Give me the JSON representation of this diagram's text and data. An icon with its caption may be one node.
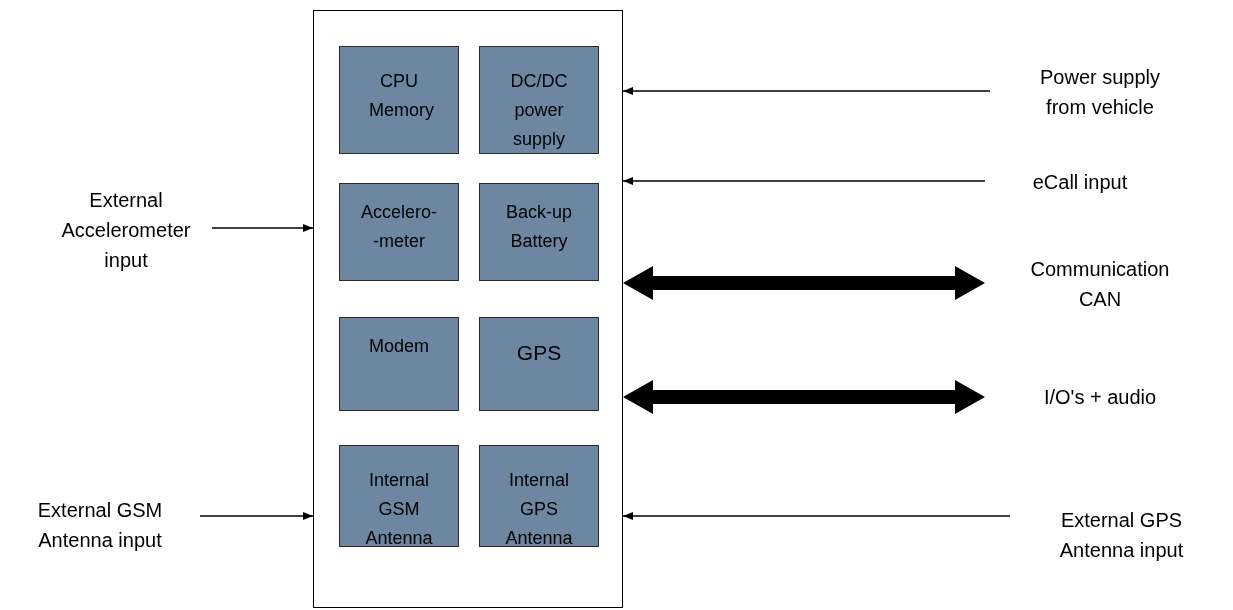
{
  "diagram": {
    "nodes": [
      {
        "text": [],
        "shape": "box"
      },
      {
        "text": [
          "CPU Memory"
        ],
        "in": 0
      },
      {
        "text": [
          "DC/DC power supply"
        ],
        "in": 0
      },
      {
        "text": [
          "Accelero- -meter"
        ],
        "in": 0
      },
      {
        "text": [
          "Back-up Battery"
        ],
        "in": 0
      },
      {
        "text": [
          "Modem"
        ],
        "in": 0
      },
      {
        "text": [
          "GPS"
        ],
        "in": 0
      },
      {
        "text": [
          "Internal GSM Antenna"
        ],
        "in": 0
      },
      {
        "text": [
          "Internal GPS Antenna"
        ],
        "in": 0
      },
      {
        "text": [
          "External Accelerometer input"
        ]
      },
      {
        "text": [
          "External GSM Antenna input"
        ]
      },
      {
        "text": [
          "Power supply from vehicle"
        ]
      },
      {
        "text": [
          "eCall input"
        ]
      },
      {
        "text": [
          "Communication CAN"
        ]
      },
      {
        "text": [
          "I/O's + audio"
        ]
      },
      {
        "text": [
          "External GPS Antenna input"
        ]
      }
    ],
    "edges": [
      {
        "from": 9,
        "to": 0,
        "arrow": "to"
      },
      {
        "from": 10,
        "to": 0,
        "arrow": "to"
      },
      {
        "from": 11,
        "to": 0,
        "arrow": "to"
      },
      {
        "from": 12,
        "to": 0,
        "arrow": "to"
      },
      {
        "from": 13,
        "to": 0,
        "arrow": "both",
        "style": "thick"
      },
      {
        "from": 14,
        "to": 0,
        "arrow": "both",
        "style": "thick"
      },
      {
        "from": 15,
        "to": 0,
        "arrow": "to"
      }
    ]
  }
}
